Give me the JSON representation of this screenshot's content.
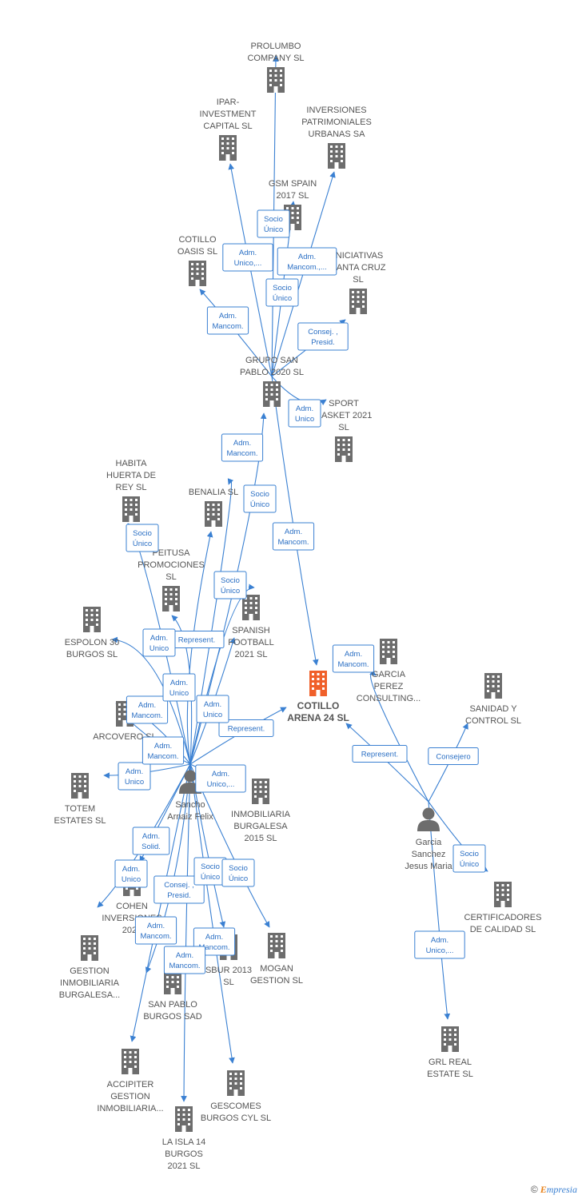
{
  "colors": {
    "node": "#6d6d6d",
    "focus": "#f0602a",
    "edge": "#3a80d2"
  },
  "nodes": [
    {
      "id": "prolumbo",
      "label": [
        "PROLUMBO",
        "COMPANY  SL"
      ],
      "icon": "building-icon"
    },
    {
      "id": "ipar",
      "label": [
        "IPAR-",
        "INVESTMENT",
        "CAPITAL  SL"
      ],
      "icon": "building-icon"
    },
    {
      "id": "inv_patr",
      "label": [
        "INVERSIONES",
        "PATRIMONIALES",
        "URBANAS SA"
      ],
      "icon": "building-icon"
    },
    {
      "id": "gsm",
      "label": [
        "GSM SPAIN",
        "2017  SL"
      ],
      "icon": "building-icon"
    },
    {
      "id": "cotillo_oasis",
      "label": [
        "COTILLO",
        "OASIS  SL"
      ],
      "icon": "building-icon"
    },
    {
      "id": "iniciativas",
      "label": [
        "INICIATIVAS",
        "SANTA CRUZ",
        "SL"
      ],
      "icon": "building-icon"
    },
    {
      "id": "grupo_san_pablo",
      "label": [
        "GRUPO SAN",
        "PABLO 2020  SL"
      ],
      "icon": "building-icon"
    },
    {
      "id": "sport_basket",
      "label": [
        "SPORT",
        "BASKET 2021",
        "SL"
      ],
      "icon": "building-icon"
    },
    {
      "id": "habita",
      "label": [
        "HABITA",
        "HUERTA DE",
        "REY SL"
      ],
      "icon": "building-icon"
    },
    {
      "id": "benalia",
      "label": [
        "BENALIA  SL"
      ],
      "icon": "building-icon"
    },
    {
      "id": "peitusa",
      "label": [
        "PEITUSA",
        "PROMOCIONES",
        "SL"
      ],
      "icon": "building-icon"
    },
    {
      "id": "espolon",
      "label": [
        "ESPOLON 30",
        "BURGOS  SL"
      ],
      "icon": "building-icon"
    },
    {
      "id": "spanish_football",
      "label": [
        "SPANISH",
        "FOOTBALL",
        "2021  SL"
      ],
      "icon": "building-icon"
    },
    {
      "id": "garcia_perez",
      "label": [
        "GARCIA",
        "PEREZ",
        "CONSULTING..."
      ],
      "icon": "building-icon"
    },
    {
      "id": "cotillo_arena",
      "label": [
        "COTILLO",
        "ARENA 24  SL"
      ],
      "icon": "building-icon",
      "focus": true
    },
    {
      "id": "sanidad",
      "label": [
        "SANIDAD Y",
        "CONTROL  SL"
      ],
      "icon": "building-icon"
    },
    {
      "id": "arcovero",
      "label": [
        "ARCOVERO  SL"
      ],
      "icon": "building-icon"
    },
    {
      "id": "totem",
      "label": [
        "TOTEM",
        "ESTATES  SL"
      ],
      "icon": "building-icon"
    },
    {
      "id": "sancho",
      "label": [
        "Sancho",
        "Arnaiz Felix"
      ],
      "icon": "person-icon"
    },
    {
      "id": "inmobiliaria_2015",
      "label": [
        "INMOBILIARIA",
        "BURGALESA",
        "2015  SL"
      ],
      "icon": "building-icon"
    },
    {
      "id": "garcia_sanchez",
      "label": [
        "Garcia",
        "Sanchez",
        "Jesus Maria"
      ],
      "icon": "person-icon"
    },
    {
      "id": "cohen",
      "label": [
        "COHEN",
        "INVERSIONES",
        "2020"
      ],
      "icon": "building-icon"
    },
    {
      "id": "certificadores",
      "label": [
        "CERTIFICADORES",
        "DE CALIDAD  SL"
      ],
      "icon": "building-icon"
    },
    {
      "id": "gestion_inmob",
      "label": [
        "GESTION",
        "INMOBILIARIA",
        "BURGALESA..."
      ],
      "icon": "building-icon"
    },
    {
      "id": "mogan",
      "label": [
        "MOGAN",
        "GESTION  SL"
      ],
      "icon": "building-icon"
    },
    {
      "id": "sbur",
      "label": [
        "SBUR 2013",
        "SL"
      ],
      "icon": "building-icon"
    },
    {
      "id": "san_pablo_burgos",
      "label": [
        "SAN PABLO",
        "BURGOS SAD"
      ],
      "icon": "building-icon"
    },
    {
      "id": "grl",
      "label": [
        "GRL REAL",
        "ESTATE  SL"
      ],
      "icon": "building-icon"
    },
    {
      "id": "accipiter",
      "label": [
        "ACCIPITER",
        "GESTION",
        "INMOBILIARIA..."
      ],
      "icon": "building-icon"
    },
    {
      "id": "gescomes",
      "label": [
        "GESCOMES",
        "BURGOS CYL SL"
      ],
      "icon": "building-icon"
    },
    {
      "id": "la_isla",
      "label": [
        "LA ISLA 14",
        "BURGOS",
        "2021  SL"
      ],
      "icon": "building-icon"
    }
  ],
  "edges": [
    {
      "from": "grupo_san_pablo",
      "to": "prolumbo",
      "label": [
        "Socio",
        "Único"
      ]
    },
    {
      "from": "grupo_san_pablo",
      "to": "ipar",
      "label": [
        "Adm.",
        "Unico,..."
      ]
    },
    {
      "from": "grupo_san_pablo",
      "to": "inv_patr",
      "label": [
        "Adm.",
        "Mancom.,..."
      ]
    },
    {
      "from": "grupo_san_pablo",
      "to": "gsm",
      "label": [
        "Socio",
        "Único"
      ]
    },
    {
      "from": "grupo_san_pablo",
      "to": "cotillo_oasis",
      "label": [
        "Adm.",
        "Mancom."
      ]
    },
    {
      "from": "grupo_san_pablo",
      "to": "iniciativas",
      "label": [
        "Consej. ,",
        "Presid."
      ]
    },
    {
      "from": "grupo_san_pablo",
      "to": "sport_basket",
      "label": [
        "Adm.",
        "Unico"
      ]
    },
    {
      "from": "grupo_san_pablo",
      "to": "cotillo_arena",
      "label": [
        "Adm.",
        "Mancom."
      ]
    },
    {
      "from": "sancho",
      "to": "grupo_san_pablo",
      "label": [
        "Socio",
        "Único"
      ]
    },
    {
      "from": "sancho",
      "to": "benalia",
      "label": [
        "Adm.",
        "Mancom."
      ]
    },
    {
      "from": "sancho",
      "to": "habita",
      "label": [
        "Socio",
        "Único"
      ]
    },
    {
      "from": "sancho",
      "to": "spanish_football",
      "label": [
        "Socio",
        "Único"
      ]
    },
    {
      "from": "sancho",
      "to": "peitusa",
      "label": [
        "Represent."
      ]
    },
    {
      "from": "sancho",
      "to": "espolon",
      "label": [
        "Adm.",
        "Unico"
      ]
    },
    {
      "from": "sancho",
      "to": "arcovero",
      "label": [
        "Adm.",
        "Mancom."
      ]
    },
    {
      "from": "sancho",
      "to": "totem",
      "label": [
        "Adm.",
        "Unico"
      ]
    },
    {
      "from": "sancho",
      "to": "cotillo_arena",
      "label": [
        "Represent."
      ]
    },
    {
      "from": "sancho",
      "to": "spanish_football",
      "label": [
        "Adm.",
        "Unico"
      ]
    },
    {
      "from": "sancho",
      "to": "benalia",
      "label": [
        "Adm.",
        "Unico"
      ]
    },
    {
      "from": "sancho",
      "to": "arcovero",
      "label": [
        "Adm.",
        "Mancom."
      ]
    },
    {
      "from": "sancho",
      "to": "inmobiliaria_2015",
      "label": [
        "Adm.",
        "Unico,..."
      ]
    },
    {
      "from": "sancho",
      "to": "cohen",
      "label": [
        "Adm.",
        "Solid."
      ]
    },
    {
      "from": "sancho",
      "to": "gestion_inmob",
      "label": [
        "Adm.",
        "Unico"
      ]
    },
    {
      "from": "sancho",
      "to": "san_pablo_burgos",
      "label": [
        "Consej. ,",
        "Presid."
      ]
    },
    {
      "from": "sancho",
      "to": "sbur",
      "label": [
        "Socio",
        "Único"
      ]
    },
    {
      "from": "sancho",
      "to": "mogan",
      "label": [
        "Socio",
        "Único"
      ]
    },
    {
      "from": "sancho",
      "to": "accipiter",
      "label": [
        "Adm.",
        "Mancom."
      ]
    },
    {
      "from": "sancho",
      "to": "gescomes",
      "label": [
        "Adm.",
        "Mancom."
      ]
    },
    {
      "from": "sancho",
      "to": "la_isla",
      "label": [
        "Adm.",
        "Mancom."
      ]
    },
    {
      "from": "garcia_sanchez",
      "to": "cotillo_arena",
      "label": [
        "Represent."
      ]
    },
    {
      "from": "garcia_sanchez",
      "to": "sanidad",
      "label": [
        "Consejero"
      ]
    },
    {
      "from": "garcia_sanchez",
      "to": "certificadores",
      "label": [
        "Socio",
        "Único"
      ]
    },
    {
      "from": "garcia_sanchez",
      "to": "grl",
      "label": [
        "Adm.",
        "Unico,..."
      ]
    },
    {
      "from": "garcia_sanchez",
      "to": "garcia_perez",
      "label": [
        "Adm.",
        "Mancom."
      ]
    }
  ],
  "footer": {
    "copyright": "©",
    "brand_initial": "E",
    "brand_rest": "mpresia"
  }
}
